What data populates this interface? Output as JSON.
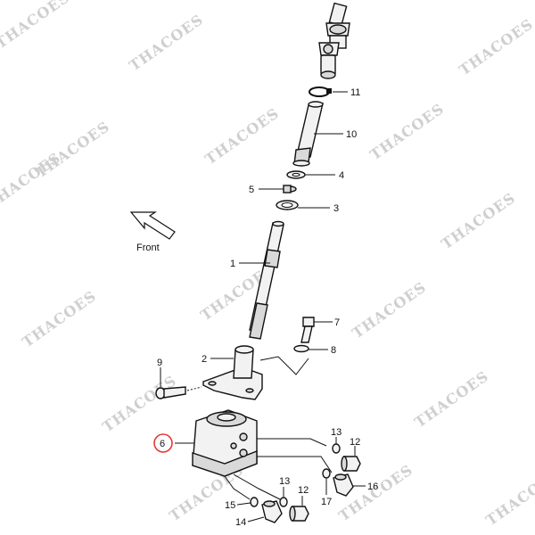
{
  "watermark": "THACOES",
  "front_label": "Front",
  "parts": [
    {
      "id": "11",
      "label": "11"
    },
    {
      "id": "10",
      "label": "10"
    },
    {
      "id": "4",
      "label": "4"
    },
    {
      "id": "5",
      "label": "5"
    },
    {
      "id": "3",
      "label": "3"
    },
    {
      "id": "1",
      "label": "1"
    },
    {
      "id": "7",
      "label": "7"
    },
    {
      "id": "8",
      "label": "8"
    },
    {
      "id": "9",
      "label": "9"
    },
    {
      "id": "2",
      "label": "2"
    },
    {
      "id": "6",
      "label": "6"
    },
    {
      "id": "13a",
      "label": "13"
    },
    {
      "id": "12a",
      "label": "12"
    },
    {
      "id": "16",
      "label": "16"
    },
    {
      "id": "17",
      "label": "17"
    },
    {
      "id": "13b",
      "label": "13"
    },
    {
      "id": "12b",
      "label": "12"
    },
    {
      "id": "15",
      "label": "15"
    },
    {
      "id": "14",
      "label": "14"
    }
  ],
  "highlight_color": "#e53935"
}
